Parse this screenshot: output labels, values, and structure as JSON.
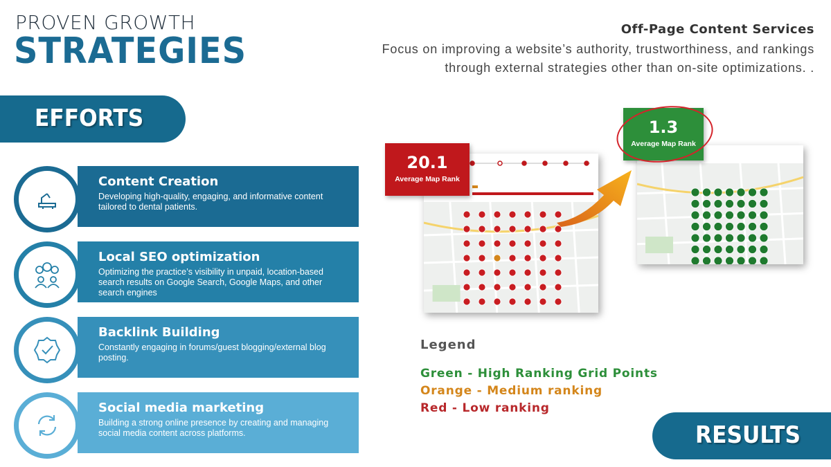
{
  "header": {
    "line1": "PROVEN GROWTH",
    "line2": "STRATEGIES"
  },
  "efforts": {
    "banner": "EFFORTS",
    "items": [
      {
        "title": "Content Creation",
        "text": "Developing high-quality, engaging, and informative content tailored to dental patients.",
        "icon": "desk-chair-icon",
        "color": "#1b6b93"
      },
      {
        "title": "Local SEO optimization",
        "text": "Optimizing the practice’s visibility in unpaid, location-based search results on Google Search, Google Maps, and other search engines",
        "icon": "social-people-icon",
        "color": "#2480a8"
      },
      {
        "title": "Backlink Building",
        "text": "Constantly engaging in forums/guest blogging/external blog posting.",
        "icon": "badge-check-icon",
        "color": "#3690ba"
      },
      {
        "title": "Social media marketing",
        "text": "Building a strong online presence by creating and managing social media content across platforms.",
        "icon": "refresh-arrows-icon",
        "color": "#5aaed6"
      }
    ]
  },
  "offpage": {
    "title": "Off-Page Content Services",
    "description": "Focus on improving a website’s authority, trustworthiness, and rankings through external strategies other than on-site optimizations. ."
  },
  "results": {
    "before": {
      "value": "20.1",
      "label": "Average Map Rank",
      "color": "#c0181c"
    },
    "after": {
      "value": "1.3",
      "label": "Average Map Rank",
      "color": "#2d8f3a"
    },
    "banner": "RESULTS"
  },
  "legend": {
    "title": "Legend",
    "items": [
      {
        "text": "Green - High Ranking Grid Points",
        "color": "#2d8f3a"
      },
      {
        "text": "Orange - Medium ranking",
        "color": "#d4861b"
      },
      {
        "text": "Red - Low ranking",
        "color": "#b8282b"
      }
    ]
  }
}
